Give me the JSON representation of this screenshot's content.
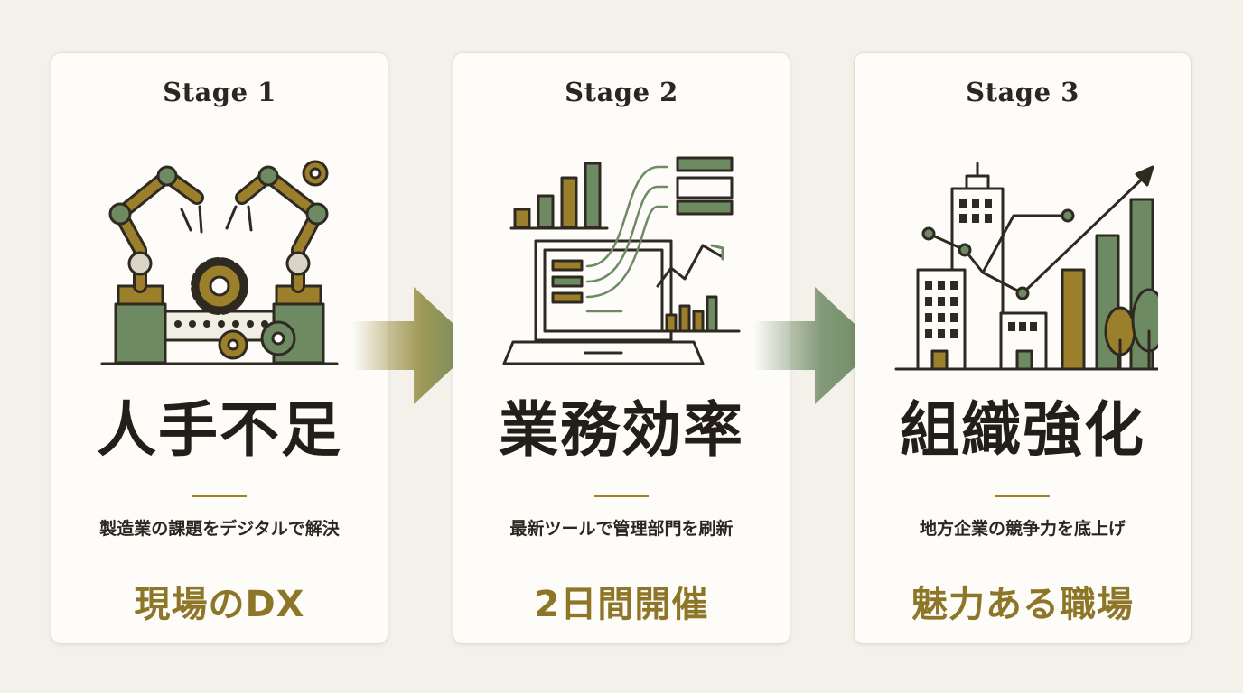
{
  "colors": {
    "green": "#6e8a63",
    "gold": "#9c7f2a",
    "ink": "#2e2a22",
    "accent": "#8e7628"
  },
  "stages": [
    {
      "label": "Stage 1",
      "headline": "人手不足",
      "subtitle": "製造業の課題をデジタルで解決",
      "tagline": "現場のDX",
      "icon": "factory-robot-arms-icon"
    },
    {
      "label": "Stage 2",
      "headline": "業務効率",
      "subtitle": "最新ツールで管理部門を刷新",
      "tagline": "2日間開催",
      "icon": "laptop-data-flow-icon"
    },
    {
      "label": "Stage 3",
      "headline": "組織強化",
      "subtitle": "地方企業の競争力を底上げ",
      "tagline": "魅力ある職場",
      "icon": "city-growth-chart-icon"
    }
  ]
}
